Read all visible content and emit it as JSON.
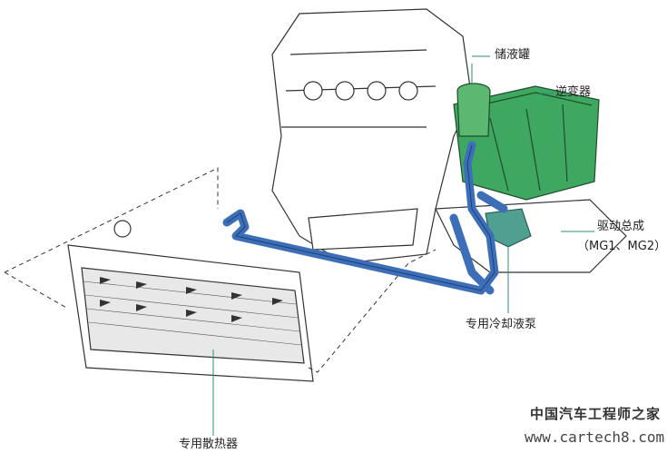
{
  "labels": {
    "reservoir": "储液罐",
    "inverter": "逆变器",
    "drive_assembly": "驱动总成",
    "drive_assembly_sub": "（MG1、MG2）",
    "pump": "专用冷却液泵",
    "radiator": "专用散热器"
  },
  "watermark": {
    "name": "中国汽车工程师之家",
    "url": "www.cartech8.com"
  },
  "colors": {
    "coolant_hose": "#3d6fb8",
    "inverter": "#3fa860",
    "leader_line": "#2f8f7a"
  }
}
